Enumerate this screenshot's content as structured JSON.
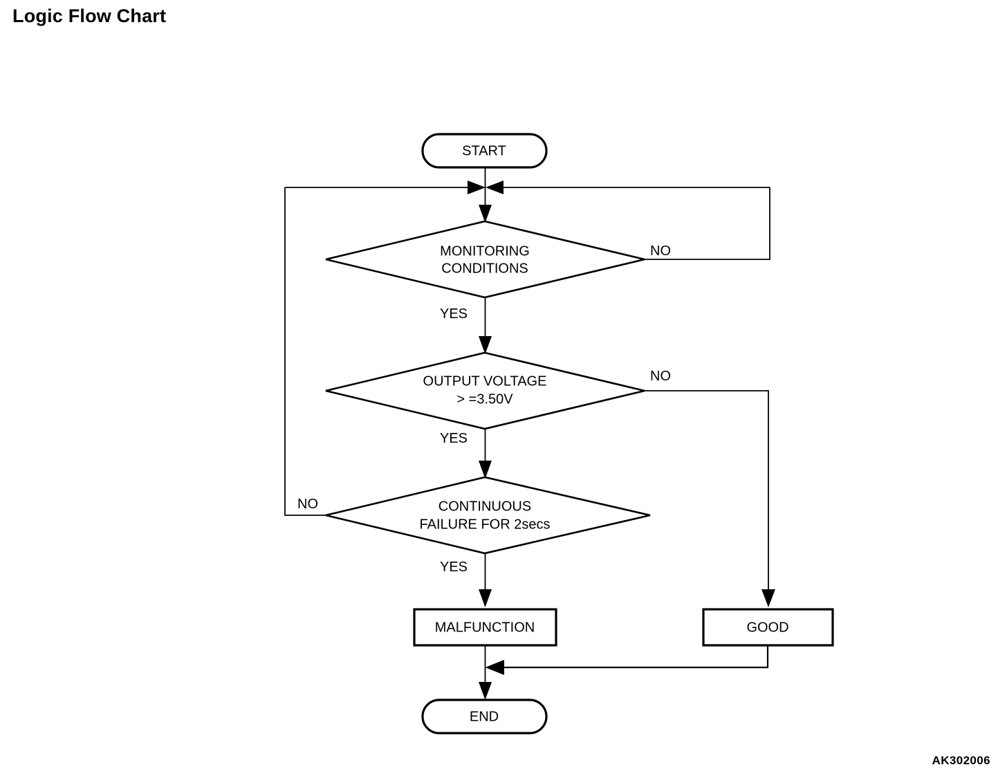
{
  "page": {
    "title": "Logic Flow Chart",
    "figure_code": "AK302006",
    "background_color": "#ffffff",
    "line_color": "#000000"
  },
  "chart_data": {
    "type": "diagram",
    "diagram_kind": "flowchart",
    "title": "Logic Flow Chart",
    "nodes": [
      {
        "id": "start",
        "shape": "stadium",
        "label": "START"
      },
      {
        "id": "monitoring",
        "shape": "diamond",
        "label_line1": "MONITORING",
        "label_line2": "CONDITIONS"
      },
      {
        "id": "voltage",
        "shape": "diamond",
        "label_line1": "OUTPUT VOLTAGE",
        "label_line2": "> =3.50V"
      },
      {
        "id": "continuous",
        "shape": "diamond",
        "label_line1": "CONTINUOUS",
        "label_line2": "FAILURE FOR 2secs"
      },
      {
        "id": "malfunction",
        "shape": "rectangle",
        "label": "MALFUNCTION"
      },
      {
        "id": "good",
        "shape": "rectangle",
        "label": "GOOD"
      },
      {
        "id": "end",
        "shape": "stadium",
        "label": "END"
      }
    ],
    "edges": [
      {
        "from": "start",
        "to": "monitoring",
        "label": ""
      },
      {
        "from": "monitoring",
        "to": "start_junction",
        "label": "NO",
        "label_side": "right"
      },
      {
        "from": "monitoring",
        "to": "voltage",
        "label": "YES",
        "label_side": "bottom-left"
      },
      {
        "from": "voltage",
        "to": "good",
        "label": "NO",
        "label_side": "right"
      },
      {
        "from": "voltage",
        "to": "continuous",
        "label": "YES",
        "label_side": "bottom-left"
      },
      {
        "from": "continuous",
        "to": "start_junction",
        "label": "NO",
        "label_side": "left"
      },
      {
        "from": "continuous",
        "to": "malfunction",
        "label": "YES",
        "label_side": "bottom-left"
      },
      {
        "from": "malfunction",
        "to": "end",
        "label": ""
      },
      {
        "from": "good",
        "to": "end",
        "label": ""
      }
    ]
  },
  "labels": {
    "start": "START",
    "monitoring_line1": "MONITORING",
    "monitoring_line2": "CONDITIONS",
    "monitoring_no": "NO",
    "monitoring_yes": "YES",
    "voltage_line1": "OUTPUT VOLTAGE",
    "voltage_line2": "> =3.50V",
    "voltage_no": "NO",
    "voltage_yes": "YES",
    "continuous_line1": "CONTINUOUS",
    "continuous_line2": "FAILURE FOR 2secs",
    "continuous_no": "NO",
    "continuous_yes": "YES",
    "malfunction": "MALFUNCTION",
    "good": "GOOD",
    "end": "END"
  }
}
